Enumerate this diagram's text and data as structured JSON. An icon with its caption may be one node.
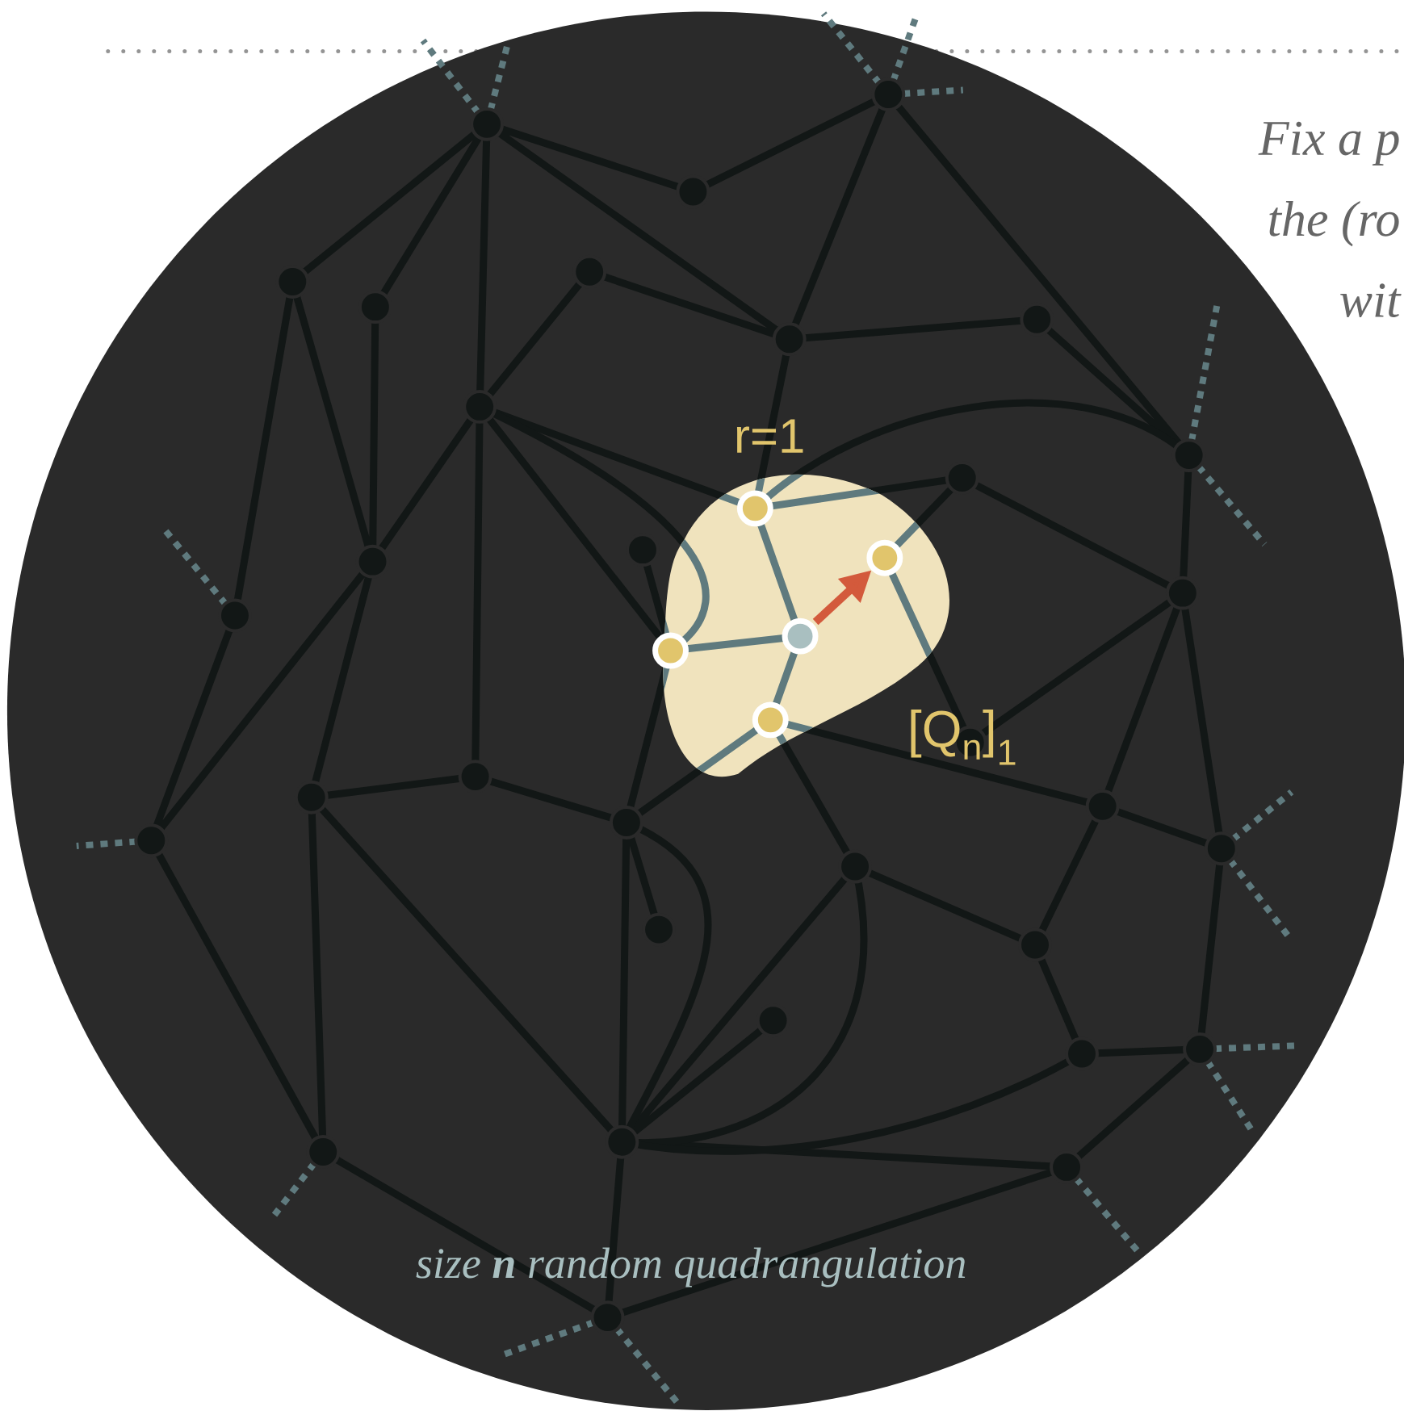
{
  "diagram": {
    "labels": [
      "Fix a p",
      "the (ro",
      "wit",
      "r=1",
      "[Q$_{n}$]$_{1}$",
      "size **n** random quadrangulation"
    ]
  }
}
